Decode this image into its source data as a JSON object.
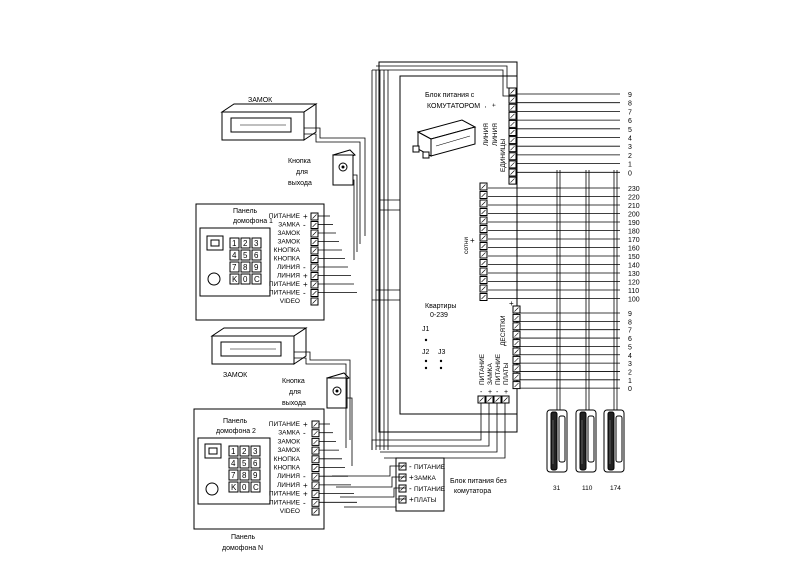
{
  "lock_1": "ЗАМОК",
  "lock_2": "ЗАМОК",
  "exit_button_1": [
    "Кнопка",
    "для",
    "выхода"
  ],
  "exit_button_2": [
    "Кнопка",
    "для",
    "выхода"
  ],
  "panel_1": {
    "title": [
      "Панель",
      "домофона 1"
    ]
  },
  "panel_2": {
    "title": [
      "Панель",
      "домофона 2"
    ]
  },
  "panel_n": [
    "Панель",
    "домофона N"
  ],
  "panel_terminals": [
    "ПИТАНИЕ",
    "ЗАМКА",
    "ЗАМОК",
    "ЗАМОК",
    "КНОПКА",
    "КНОПКА",
    "ЛИНИЯ",
    "ЛИНИЯ",
    "ПИТАНИЕ",
    "ПИТАНИЕ",
    "VIDEO"
  ],
  "panel_signs": [
    "+",
    "-",
    "",
    "",
    "",
    "",
    "-",
    "+",
    "+",
    "-",
    ""
  ],
  "keypad_keys": [
    "1",
    "2",
    "3",
    "4",
    "5",
    "6",
    "7",
    "8",
    "9",
    "K",
    "0",
    "C"
  ],
  "psu_commutator": [
    "Блок питания с",
    "КОМУТАТОРОМ"
  ],
  "psu_simple": [
    "Блок питания без",
    "комутатора"
  ],
  "psu_simple_terminals": [
    "ПИТАНИЕ",
    "ЗАМКА",
    "ПИТАНИЕ",
    "ПЛАТЫ"
  ],
  "psu_simple_signs": [
    "-",
    "+",
    "-",
    "+"
  ],
  "linia_labels": [
    "ЛИНИЯ",
    "ЛИНИЯ"
  ],
  "linia_signs": [
    "-",
    "+"
  ],
  "units_label": "ЕДИНИЦЫ",
  "units_sign": "-",
  "hundreds_label": "сотни",
  "hundreds_sign": "+",
  "tens_label": "ДЕСЯТКИ",
  "tens_sign": "+",
  "apartments": [
    "Квартиры",
    "0-239"
  ],
  "jumpers": [
    "J1",
    "J2",
    "J3"
  ],
  "board_bottom_terminals": [
    "ПИТАНИЕ",
    "ЗАМКА",
    "ПИТАНИЕ",
    "ПЛАТЫ"
  ],
  "board_bottom_signs": [
    "-",
    "+",
    "-",
    "+"
  ],
  "units_numbers": [
    "9",
    "8",
    "7",
    "6",
    "5",
    "4",
    "3",
    "2",
    "1",
    "0"
  ],
  "hundreds_numbers": [
    "230",
    "220",
    "210",
    "200",
    "190",
    "180",
    "170",
    "160",
    "150",
    "140",
    "130",
    "120",
    "110",
    "100"
  ],
  "tens_numbers": [
    "9",
    "8",
    "7",
    "6",
    "5",
    "4",
    "3",
    "2",
    "1",
    "0"
  ],
  "handset_labels": [
    "31",
    "110",
    "174"
  ]
}
